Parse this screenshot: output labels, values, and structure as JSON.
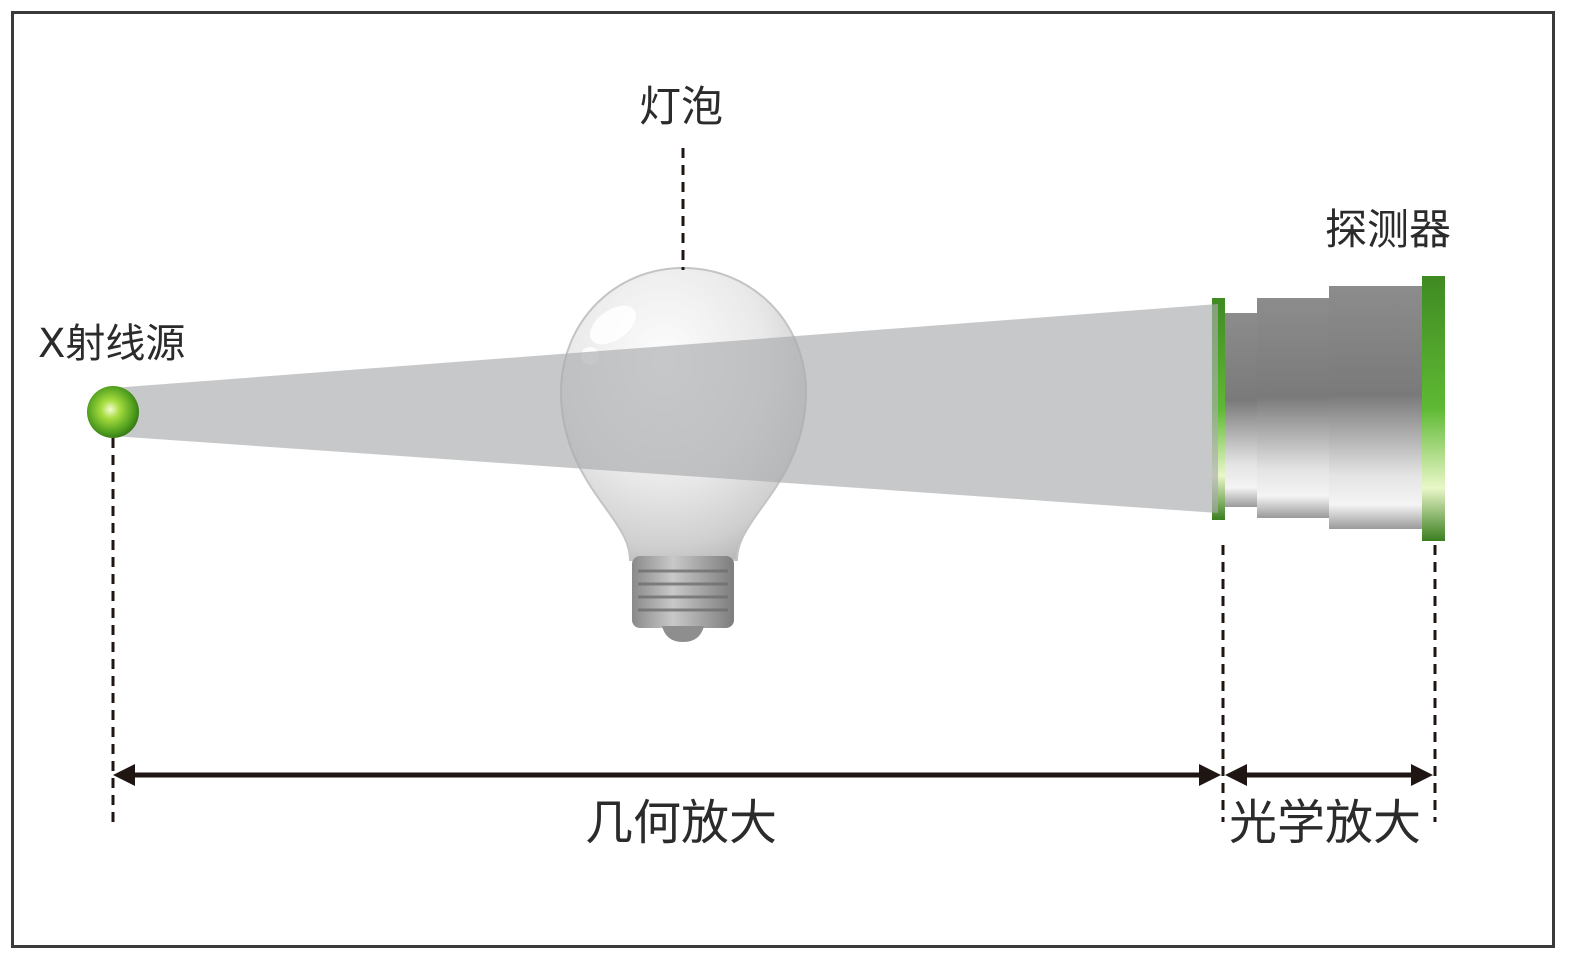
{
  "labels": {
    "source": "X射线源",
    "bulb": "灯泡",
    "detector": "探测器",
    "geometric_magnification": "几何放大",
    "optical_magnification": "光学放大"
  },
  "colors": {
    "frame": "#3a3a3a",
    "source_green": "#5cb82e",
    "detector_ring_green": "#4a9e2a",
    "beam_gray": "#b4b6b8",
    "dimension_line": "#1f1512",
    "text": "#2b2b2b"
  },
  "icons": {
    "source": "green-sphere",
    "object": "light-bulb",
    "detector": "cylindrical-detector"
  }
}
